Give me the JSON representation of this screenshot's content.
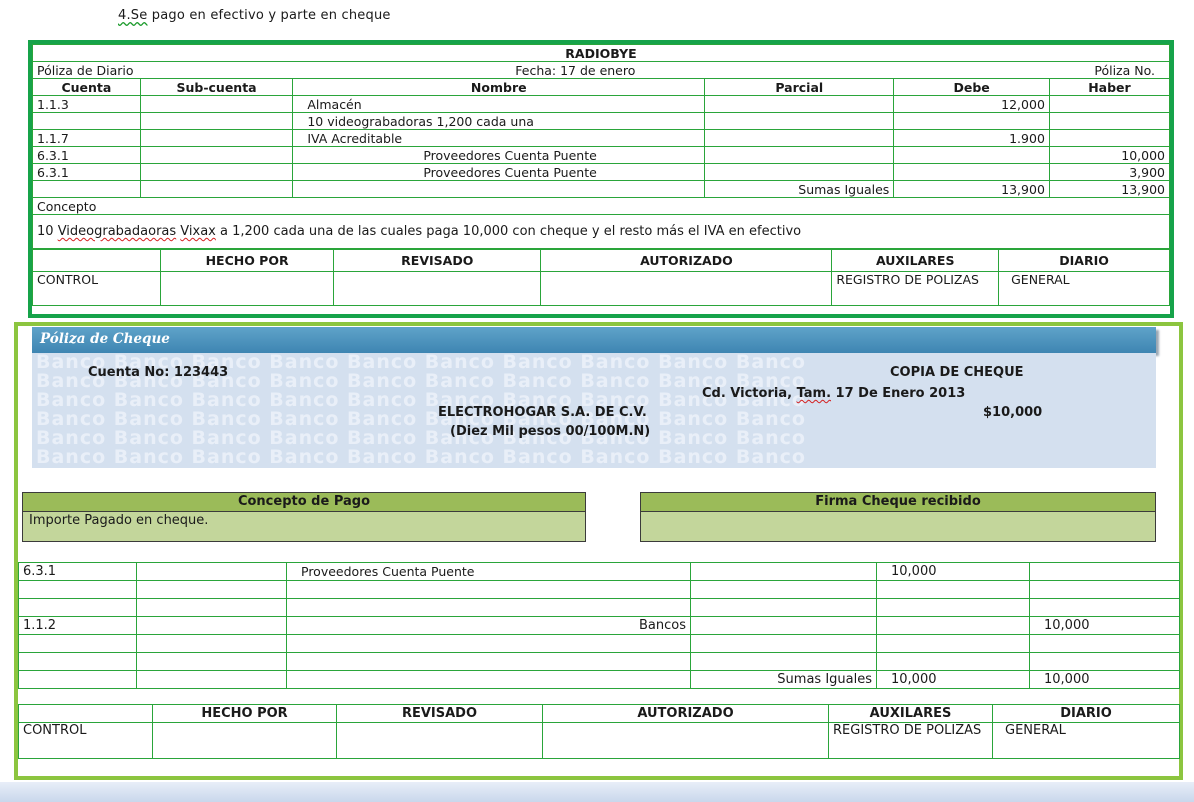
{
  "heading": {
    "number": "4.Se",
    "text": " pago en efectivo y parte en cheque"
  },
  "diario": {
    "company": "RADIOBYE",
    "type": "Póliza de Diario",
    "date": "Fecha: 17 de enero",
    "number_label": "Póliza No.",
    "columns": [
      "Cuenta",
      "Sub-cuenta",
      "Nombre",
      "Parcial",
      "Debe",
      "Haber"
    ],
    "rows": [
      {
        "cuenta": "1.1.3",
        "nombre": "Almacén",
        "debe": "12,000",
        "haber": ""
      },
      {
        "cuenta": "",
        "nombre": "10 videograbadoras 1,200 cada una",
        "debe": "",
        "haber": ""
      },
      {
        "cuenta": "1.1.7",
        "nombre": "IVA Acreditable",
        "debe": "1.900",
        "haber": ""
      },
      {
        "cuenta": "6.3.1",
        "nombre": "Proveedores Cuenta  Puente",
        "debe": "",
        "haber": "10,000"
      },
      {
        "cuenta": "6.3.1",
        "nombre": "Proveedores Cuenta  Puente",
        "debe": "",
        "haber": "3,900"
      }
    ],
    "sums_label": "Sumas Iguales",
    "sum_debe": "13,900",
    "sum_haber": "13,900",
    "concepto_label": "Concepto",
    "concepto_word1": "10",
    "concepto_word2": "Videograbadaoras",
    "concepto_word3": "Vixax",
    "concepto_rest": " a 1,200 cada una de las cuales paga 10,000 con cheque y el resto más el IVA en efectivo"
  },
  "signatures": {
    "headers": [
      "HECHO POR",
      "REVISADO",
      "AUTORIZADO",
      "AUXILARES",
      "DIARIO"
    ],
    "control": "CONTROL",
    "registro": "REGISTRO DE POLIZAS",
    "general": "GENERAL"
  },
  "cheque": {
    "title": "Póliza de Cheque",
    "watermark": "Banco Banco Banco Banco Banco Banco Banco Banco Banco Banco",
    "account": "Cuenta No: 123443",
    "copy": "COPIA DE CHEQUE",
    "place_a": "Cd. Victoria,",
    "place_b": "Tam.",
    "place_c": "  17 De Enero 2013",
    "payee": "ELECTROHOGAR S.A. DE C.V.",
    "amount": "$10,000",
    "amount_words": "(Diez Mil  pesos 00/100M.N)",
    "concepto_header": "Concepto de Pago",
    "concepto_text": "Importe Pagado en cheque.",
    "firma_header": "Firma Cheque recibido",
    "rows": [
      {
        "cuenta": "6.3.1",
        "nombre": "Proveedores Cuenta  Puente",
        "debe": "10,000",
        "haber": ""
      },
      {
        "cuenta": "1.1.2",
        "nombre": "Bancos",
        "debe": "",
        "haber": "10,000"
      }
    ],
    "sums_label": "Sumas Iguales",
    "sum_debe": "10,000",
    "sum_haber": "10,000"
  }
}
